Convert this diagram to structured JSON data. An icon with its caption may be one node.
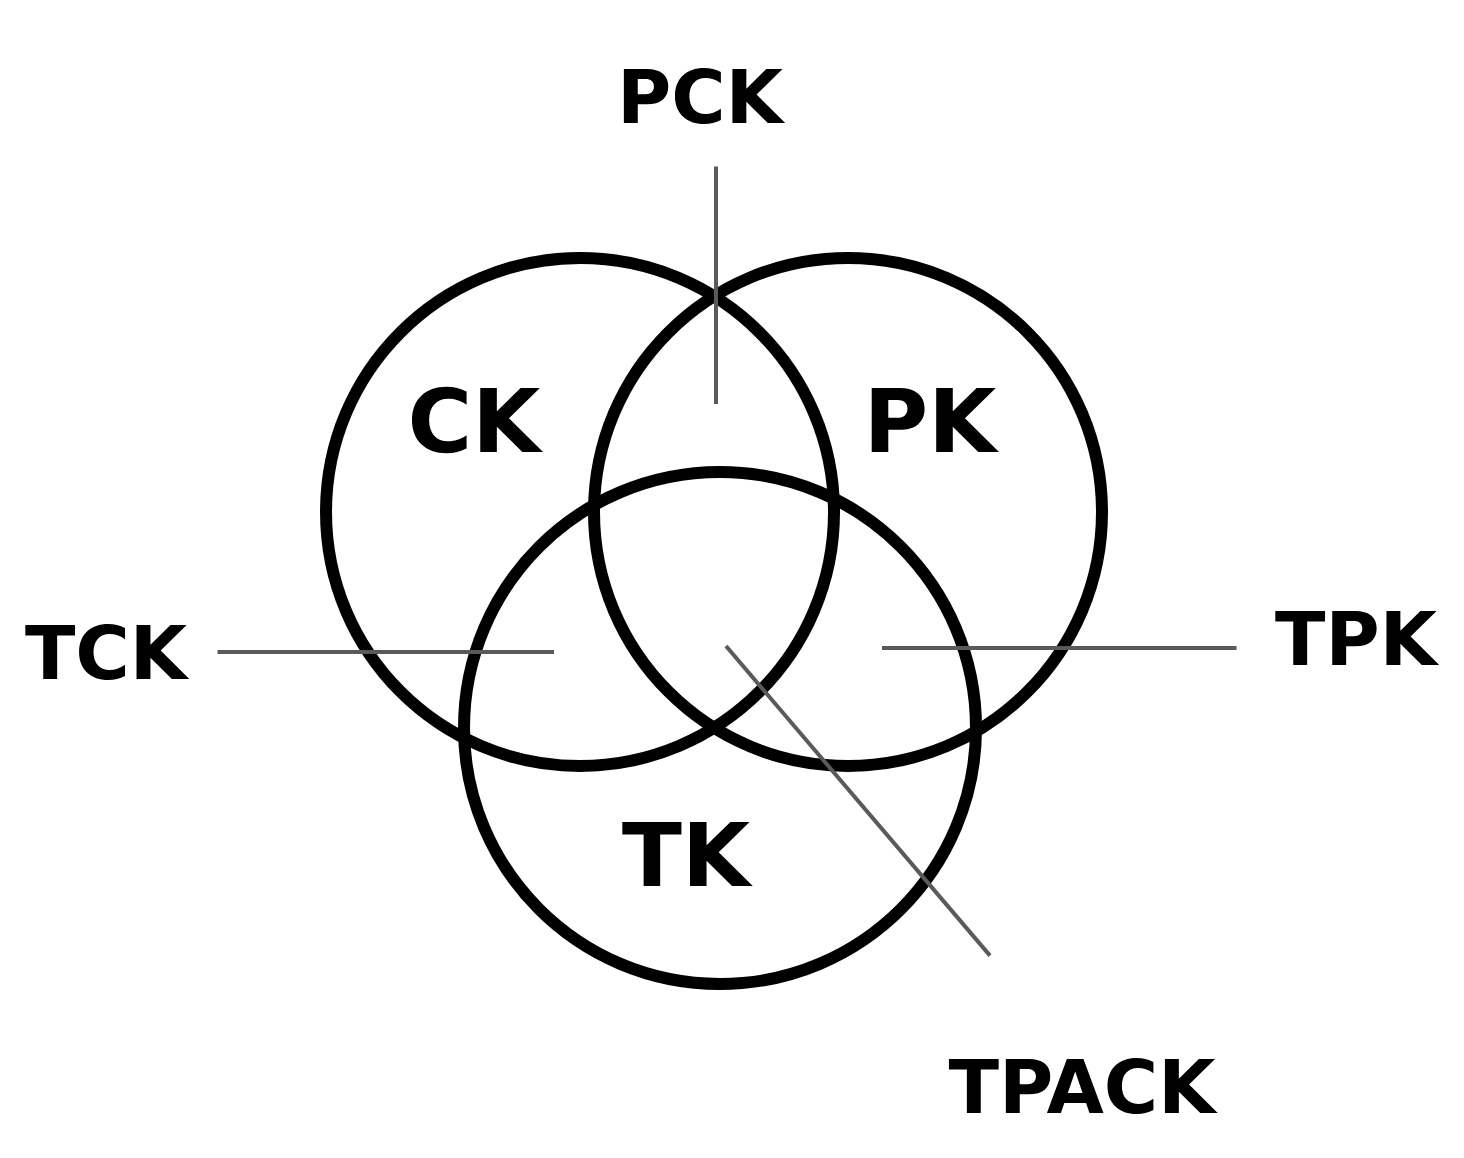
{
  "diagram": {
    "nodes": [
      {
        "text": [
          "PCK"
        ]
      },
      {
        "text": [
          "CK"
        ]
      },
      {
        "text": [
          "PK"
        ]
      },
      {
        "text": [
          "TCK"
        ]
      },
      {
        "text": [
          "TPK"
        ]
      },
      {
        "text": [
          "TK"
        ]
      },
      {
        "text": [
          "TPACK"
        ]
      }
    ],
    "edges": [
      {
        "from": 0,
        "to": 1,
        "arrow": "none"
      },
      {
        "from": 3,
        "to": 1,
        "arrow": "none"
      },
      {
        "from": 4,
        "to": 2,
        "arrow": "none"
      },
      {
        "from": 6,
        "to": 1,
        "arrow": "none"
      }
    ]
  }
}
